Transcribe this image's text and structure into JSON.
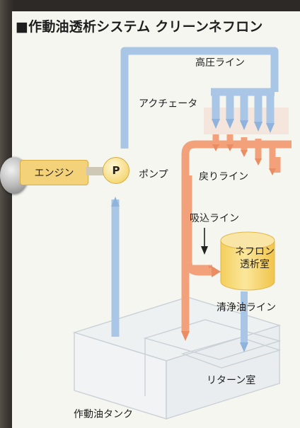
{
  "title": "■作動油透析システム クリーンネフロン",
  "labels": {
    "high_pressure_line": "高圧ライン",
    "actuator": "アクチェータ",
    "engine": "エンジン",
    "pump_symbol": "P",
    "pump": "ポンプ",
    "return_line": "戻りライン",
    "suction_line": "吸込ライン",
    "neflon_line1": "ネフロン",
    "neflon_line2": "透析室",
    "clean_oil_line": "清浄油ライン",
    "return_chamber": "リターン室",
    "oil_tank": "作動油タンク"
  },
  "colors": {
    "high_pressure_blue": "#a9c6e6",
    "return_orange": "#f2a17a",
    "engine_yellow": "#f3d27a",
    "neflon_yellow": "#f7dc78",
    "tank_line": "#cfd6dc"
  }
}
